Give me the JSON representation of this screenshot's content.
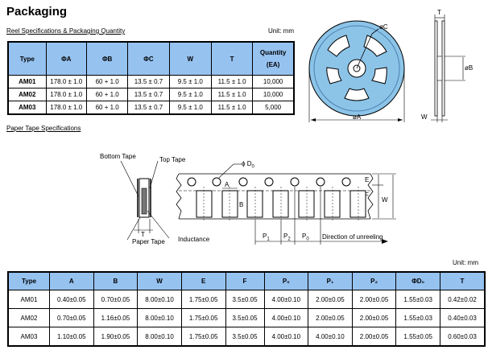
{
  "title": "Packaging",
  "reel": {
    "heading": "Reel Specifications & Packaging Quantity",
    "unit": "Unit: mm",
    "columns": [
      "Type",
      "ΦA",
      "ΦB",
      "ΦC",
      "W",
      "T",
      "Quantity",
      "(EA)"
    ],
    "rows": [
      [
        "AM01",
        "178.0 ± 1.0",
        "60 + 1.0",
        "13.5 ± 0.7",
        "9.5 ± 1.0",
        "11.5 ± 1.0",
        "10,000"
      ],
      [
        "AM02",
        "178.0 ± 1.0",
        "60 + 1.0",
        "13.5 ± 0.7",
        "9.5 ± 1.0",
        "11.5 ± 1.0",
        "10,000"
      ],
      [
        "AM03",
        "178.0 ± 1.0",
        "60 + 1.0",
        "13.5 ± 0.7",
        "9.5 ± 1.0",
        "11.5 ± 1.0",
        "5,000"
      ]
    ],
    "diagram_labels": {
      "c": "øC",
      "a": "øA",
      "b": "øB",
      "w": "W",
      "t": "T"
    }
  },
  "tape": {
    "heading": "Paper Tape Specifications",
    "labels": {
      "bottom_tape": "Bottom Tape",
      "top_tape": "Top Tape",
      "paper_tape": "Paper Tape",
      "inductance": "Inductance",
      "t": "T",
      "d0": "ϕ D",
      "d0_sub": "0",
      "a": "A",
      "b": "B",
      "e": "E",
      "f": "F",
      "w": "W",
      "p1": "P",
      "p1_sub": "1",
      "p2": "P",
      "p2_sub": "2",
      "p0": "P",
      "p0_sub": "0",
      "direction": "Direction of unreeling"
    }
  },
  "dims": {
    "unit": "Unit: mm",
    "columns": [
      "Type",
      "A",
      "B",
      "W",
      "E",
      "F",
      "P₀",
      "P₁",
      "P₂",
      "ΦD₀",
      "T"
    ],
    "rows": [
      [
        "AM01",
        "0.40±0.05",
        "0.70±0.05",
        "8.00±0.10",
        "1.75±0.05",
        "3.5±0.05",
        "4.00±0.10",
        "2.00±0.05",
        "2.00±0.05",
        "1.55±0.03",
        "0.42±0.02"
      ],
      [
        "AM02",
        "0.70±0.05",
        "1.16±0.05",
        "8.00±0.10",
        "1.75±0.05",
        "3.5±0.05",
        "4.00±0.10",
        "2.00±0.05",
        "2.00±0.05",
        "1.55±0.03",
        "0.40±0.03"
      ],
      [
        "AM03",
        "1.10±0.05",
        "1.90±0.05",
        "8.00±0.10",
        "1.75±0.05",
        "3.5±0.05",
        "4.00±0.10",
        "4.00±0.10",
        "2.00±0.05",
        "1.55±0.05",
        "0.60±0.03"
      ]
    ]
  },
  "colors": {
    "header_fill": "#96c2f0",
    "reel_fill": "#8cc4e8"
  }
}
